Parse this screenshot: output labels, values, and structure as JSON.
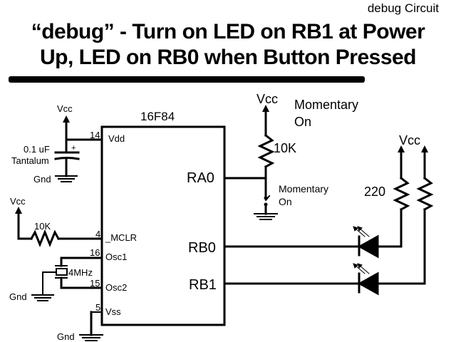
{
  "header": {
    "corner_label": "debug Circuit",
    "title_line1": "“debug” - Turn on LED on RB1 at Power",
    "title_line2": "Up, LED on RB0 when Button Pressed"
  },
  "chip": {
    "part": "16F84",
    "pins_left": [
      {
        "number": "14",
        "name": "Vdd"
      },
      {
        "number": "4",
        "name": "_MCLR"
      },
      {
        "number": "16",
        "name": "Osc1"
      },
      {
        "number": "15",
        "name": "Osc2"
      },
      {
        "number": "5",
        "name": "Vss"
      }
    ],
    "pins_right": [
      {
        "name": "RA0"
      },
      {
        "name": "RB0"
      },
      {
        "name": "RB1"
      }
    ]
  },
  "components": {
    "decoupling_cap": {
      "value": "0.1 uF",
      "type": "Tantalum",
      "supply": "Vcc",
      "ground": "Gnd",
      "polarity": "+"
    },
    "mclr_resistor": {
      "value": "10K",
      "supply": "Vcc"
    },
    "crystal": {
      "value": "4MHz",
      "ground": "Gnd"
    },
    "vss_ground": {
      "label": "Gnd"
    },
    "button_pullup": {
      "value": "10K",
      "supply": "Vcc",
      "title": "Momentary",
      "title2": "On"
    },
    "button": {
      "label": "Momentary",
      "label2": "On"
    },
    "led_resistors": {
      "value": "220",
      "supply": "Vcc"
    }
  }
}
